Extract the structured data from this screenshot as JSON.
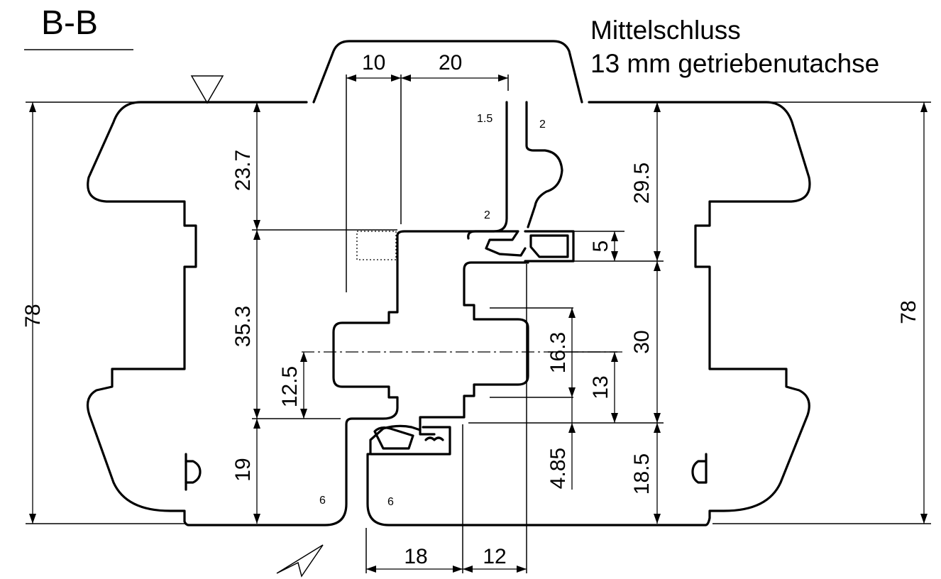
{
  "section_label": "B-B",
  "note": {
    "line1": "Mittelschluss",
    "line2": "13 mm getriebenutachse"
  },
  "dimensions": {
    "top_10": "10",
    "top_20": "20",
    "left_78": "78",
    "right_78": "78",
    "v_23_7": "23.7",
    "v_35_3": "35.3",
    "v_19": "19",
    "v_12_5": "12.5",
    "v_29_5": "29.5",
    "v_5": "5",
    "v_30": "30",
    "v_16_3": "16.3",
    "v_13": "13",
    "v_4_85": "4.85",
    "v_18_5": "18.5",
    "bottom_18": "18",
    "bottom_12": "12"
  },
  "radii": {
    "r_top_small": "1.5",
    "r_top_right": "2",
    "r_mid": "2",
    "r_left_bottom": "6",
    "r_right_bottom": "6"
  }
}
